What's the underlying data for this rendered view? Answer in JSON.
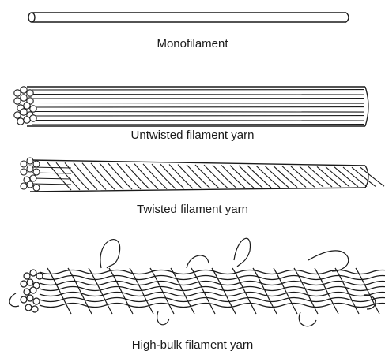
{
  "figure": {
    "labels": {
      "monofilament": "Monofilament",
      "untwisted": "Untwisted filament yarn",
      "twisted": "Twisted filament yarn",
      "high_bulk": "High-bulk filament yarn"
    },
    "colors": {
      "ink": "#1a1a1a",
      "paper": "#ffffff"
    }
  }
}
